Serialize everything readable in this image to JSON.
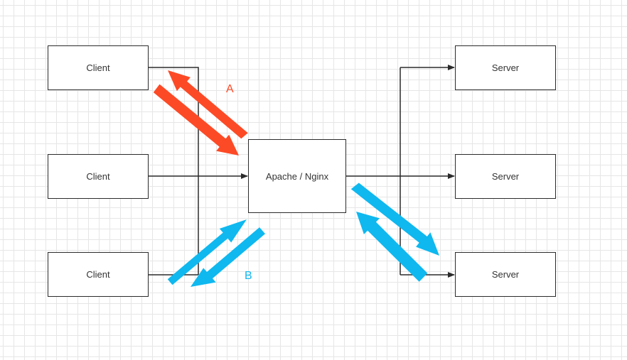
{
  "clients": [
    {
      "label": "Client"
    },
    {
      "label": "Client"
    },
    {
      "label": "Client"
    }
  ],
  "proxy": {
    "label": "Apache / Nginx"
  },
  "servers": [
    {
      "label": "Server"
    },
    {
      "label": "Server"
    },
    {
      "label": "Server"
    }
  ],
  "flows": {
    "a": {
      "label": "A",
      "color": "#fd4a26"
    },
    "b": {
      "label": "B",
      "color": "#0fb8ef"
    }
  },
  "colors": {
    "line": "#2b2b2b",
    "grid": "#e6e6e6"
  }
}
